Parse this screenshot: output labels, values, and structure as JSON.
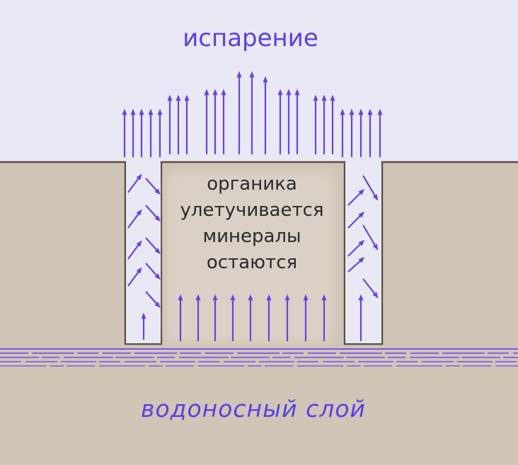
{
  "labels": {
    "evaporation": "испарение",
    "organic_lines": [
      "органика",
      "улетучивается",
      "минералы",
      "остаются"
    ],
    "aquifer": "водоносный слой"
  },
  "colors": {
    "sky": "#e9e8f5",
    "soil": "#d0c6b8",
    "soil_outline": "#5a5048",
    "arrow": "#6a42e0",
    "label": "#5b3fe0",
    "core_text": "#2a2a2a"
  }
}
